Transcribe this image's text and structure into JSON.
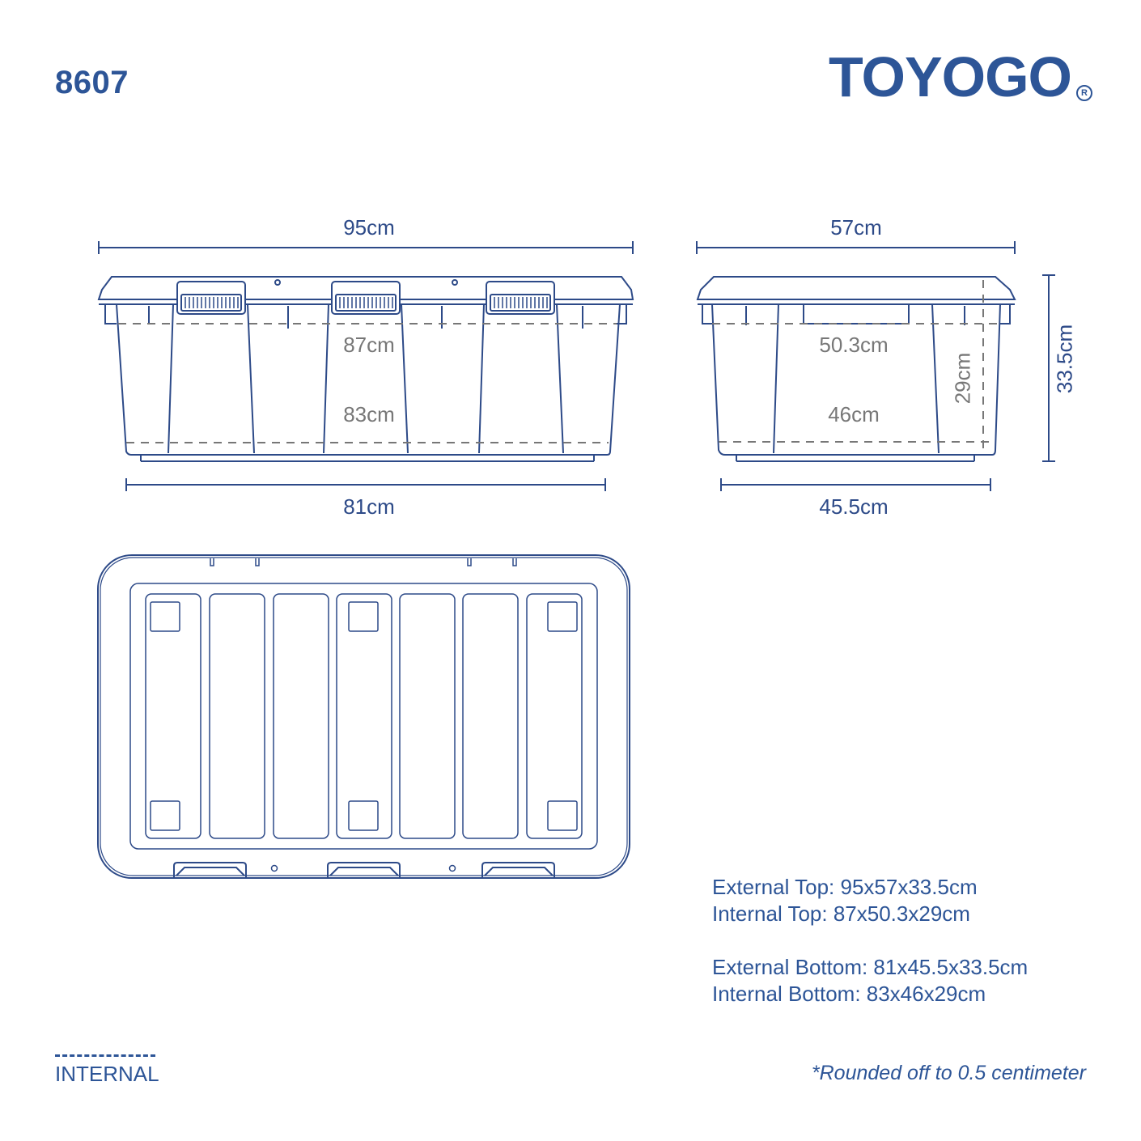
{
  "header": {
    "model_number": "8607",
    "brand": "TOYOGO",
    "registered_mark": "R"
  },
  "front_view": {
    "external_top_width": "95cm",
    "internal_top_width": "87cm",
    "internal_bottom_width": "83cm",
    "external_bottom_width": "81cm"
  },
  "side_view": {
    "external_top_depth": "57cm",
    "internal_top_depth": "50.3cm",
    "internal_height": "29cm",
    "internal_bottom_depth": "46cm",
    "external_bottom_depth": "45.5cm",
    "external_height": "33.5cm"
  },
  "specs": {
    "external_top": "External Top: 95x57x33.5cm",
    "internal_top": "Internal Top: 87x50.3x29cm",
    "external_bottom": "External Bottom: 81x45.5x33.5cm",
    "internal_bottom": "Internal Bottom: 83x46x29cm"
  },
  "legend": {
    "internal_label": "INTERNAL"
  },
  "footnote": "*Rounded off to 0.5 centimeter",
  "colors": {
    "primary": "#2d5597",
    "line": "#2d4a88",
    "internal_text": "#777777",
    "dashed": "#777777"
  }
}
